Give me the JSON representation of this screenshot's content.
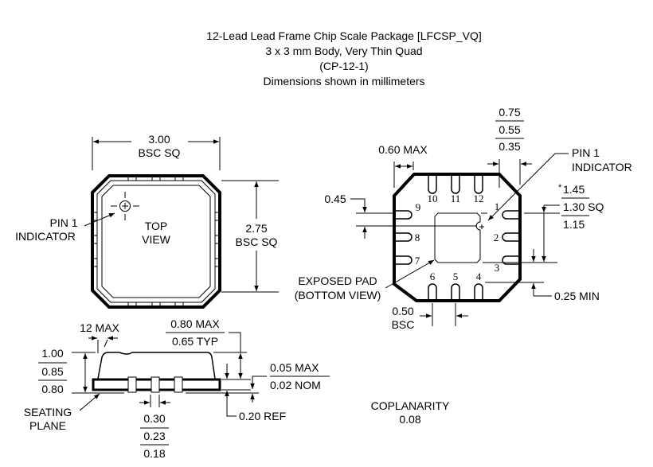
{
  "title": {
    "line1": "12-Lead Lead Frame Chip Scale Package [LFCSP_VQ]",
    "line2": "3 x 3 mm Body, Very Thin Quad",
    "line3": "(CP-12-1)",
    "line4": "Dimensions shown in millimeters"
  },
  "top_view": {
    "width_value": "3.00",
    "width_note": "BSC SQ",
    "inner_value": "2.75",
    "inner_note": "BSC SQ",
    "pin1_line1": "PIN 1",
    "pin1_line2": "INDICATOR",
    "label_line1": "TOP",
    "label_line2": "VIEW"
  },
  "bottom_view": {
    "corner_max": "0.60 MAX",
    "lead_len": [
      "0.75",
      "0.55",
      "0.35"
    ],
    "pin1_line1": "PIN 1",
    "pin1_line2": "INDICATOR",
    "pitch_offset": "0.45",
    "pad_star": "*",
    "pad_size": [
      "1.45",
      "1.30 SQ",
      "1.15"
    ],
    "pad_clear": "0.25 MIN",
    "exposed_line1": "EXPOSED PAD",
    "exposed_line2": "(BOTTOM VIEW)",
    "pitch_value": "0.50",
    "pitch_note": "BSC",
    "pins": {
      "p1": "1",
      "p2": "2",
      "p3": "3",
      "p4": "4",
      "p5": "5",
      "p6": "6",
      "p7": "7",
      "p8": "8",
      "p9": "9",
      "p10": "10",
      "p11": "11",
      "p12": "12"
    }
  },
  "side_view": {
    "angle": "12 MAX",
    "height": [
      "1.00",
      "0.85",
      "0.80"
    ],
    "body": [
      "0.80 MAX",
      "0.65 TYP"
    ],
    "standoff": [
      "0.05 MAX",
      "0.02 NOM"
    ],
    "lead_width": [
      "0.30",
      "0.23",
      "0.18"
    ],
    "ref": "0.20 REF",
    "seating1": "SEATING",
    "seating2": "PLANE"
  },
  "coplanarity": {
    "label": "COPLANARITY",
    "value": "0.08"
  }
}
